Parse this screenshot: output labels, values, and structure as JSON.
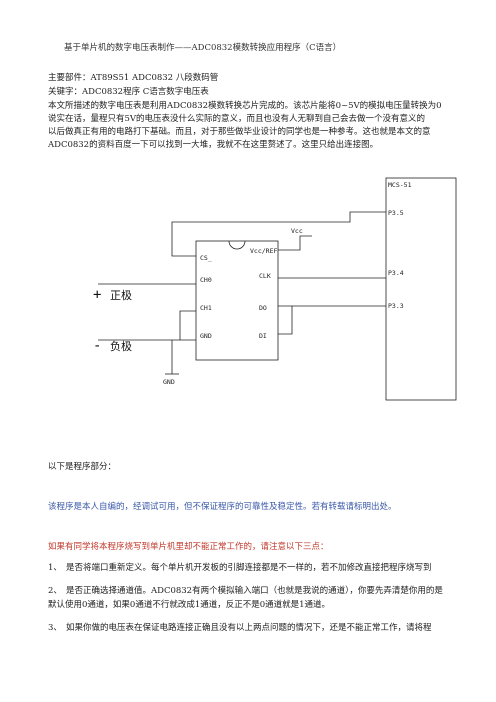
{
  "doc": {
    "title": "基于单片机的数字电压表制作——ADC0832模数转换应用程序（C语言）",
    "parts": "主要部件：AT89S51 ADC0832 八段数码管",
    "keywords": "关键字：ADC0832程序 C语言数字电压表",
    "intro": [
      "本文所描述的数字电压表是利用ADC0832模数转换芯片完成的。该芯片能将0~5V的模拟电压量转换为0",
      "说实在话，量程只有5V的电压表没什么实际的意义，而且也没有人无聊到自己会去做一个没有意义的",
      "以后做真正有用的电路打下基础。而且，对于那些做毕业设计的同学也是一种参考。这也就是本文的意",
      "ADC0832的资料百度一下可以找到一大堆，我就不在这里赘述了。这里只给出连接图。"
    ],
    "program_intro": "以下是程序部分：",
    "note_blue": "该程序是本人自编的，经调试可用，但不保证程序的可靠性及稳定性。若有转载请标明出处。",
    "note_red": "如果有同学将本程序烧写到单片机里却不能正常工作的，请注意以下三点：",
    "points": [
      {
        "num": "1、",
        "lines": [
          "是否将端口重新定义。每个单片机开发板的引脚连接都是不一样的，若不加修改直接把程序烧写到"
        ]
      },
      {
        "num": "2、",
        "lines": [
          "是否正确选择通道值。ADC0832有两个模拟输入端口（也就是我说的通道），你要先弄清楚你用的是",
          "默认使用0通道，如果0通道不行就改成1通道，反正不是0通道就是1通道。"
        ]
      },
      {
        "num": "3、",
        "lines": [
          "如果你做的电压表在保证电路连接正确且没有以上两点问题的情况下，还是不能正常工作，请将程"
        ]
      }
    ]
  },
  "diagram": {
    "mcu_label": "MCS-51",
    "mcu_pins": [
      "P3.5",
      "P3.4",
      "P3.3"
    ],
    "chip_pins_left": [
      "CS_",
      "CH0",
      "CH1",
      "GND"
    ],
    "chip_pins_right": [
      "Vcc/REF",
      "CLK",
      "DO",
      "DI"
    ],
    "vcc_label": "Vcc",
    "gnd_label": "GND",
    "pos_sign": "+",
    "pos_label": "正极",
    "neg_sign": "-",
    "neg_label": "负极"
  }
}
